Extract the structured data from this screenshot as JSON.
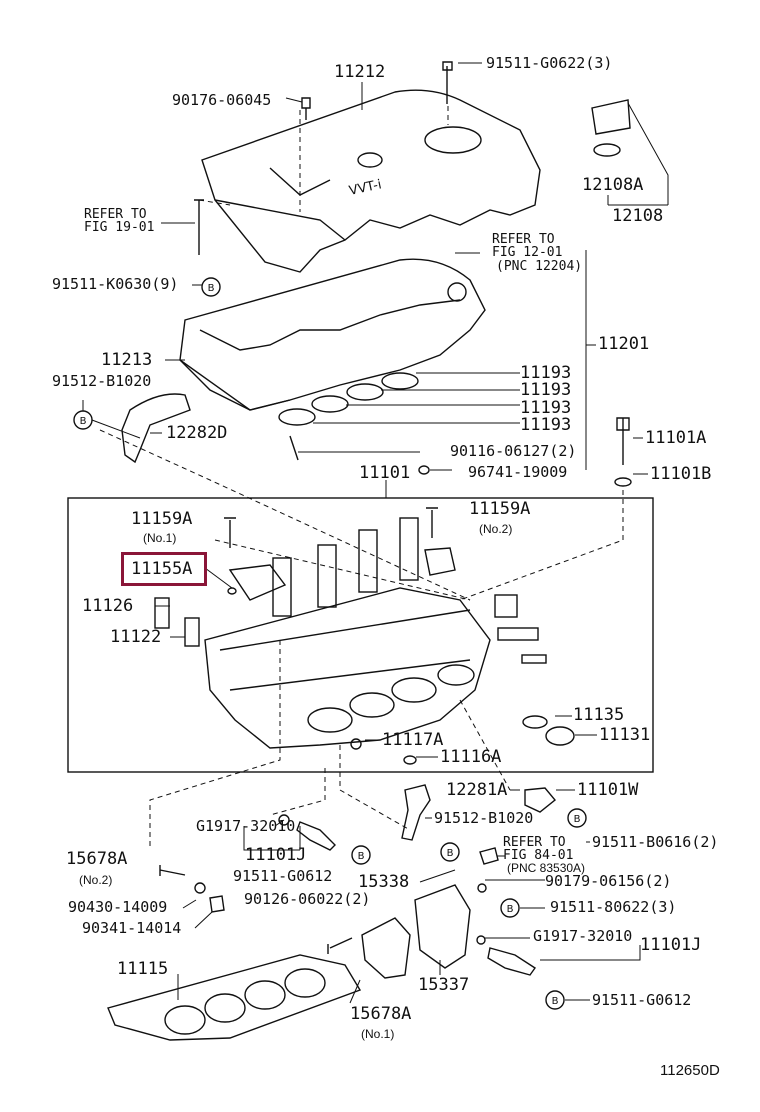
{
  "figure_code": "112650D",
  "highlighted_part": "11155A",
  "labels": {
    "p11212": "11212",
    "p91511_g0622_3": "91511-G0622(3)",
    "p90176_06045": "90176-06045",
    "p12108a": "12108A",
    "p12108": "12108",
    "refer_fig1901_a": "REFER TO",
    "refer_fig1901_b": "FIG 19-01",
    "refer_fig1201_a": "REFER TO",
    "refer_fig1201_b": "FIG 12-01",
    "refer_fig1201_c": "(PNC 12204)",
    "p91511_k0630_9": "91511-K0630(9)",
    "b_mark": "B",
    "p11201": "11201",
    "p11213": "11213",
    "p91512_b1020": "91512-B1020",
    "p11193_1": "11193",
    "p11193_2": "11193",
    "p11193_3": "11193",
    "p11193_4": "11193",
    "p12282d": "12282D",
    "p11101a": "11101A",
    "p90116_06127_2": "90116-06127(2)",
    "p11101": "11101",
    "p96741_19009": "96741-19009",
    "p11101b": "11101B",
    "p11159a_1": "11159A",
    "no1_a": "(No.1)",
    "p11159a_2": "11159A",
    "no2_a": "(No.2)",
    "p11155a": "11155A",
    "p11126": "11126",
    "p11122": "11122",
    "p11135": "11135",
    "p11131": "11131",
    "p11117a": "11117A",
    "p11116a": "11116A",
    "p12281a": "12281A",
    "p11101w": "11101W",
    "p91512_b1020_b": "91512-B1020",
    "p91511_b0616_2": "91511-B0616(2)",
    "p g1917_32010_a": "G1917-32010",
    "refer_fig8401_a": "REFER TO",
    "refer_fig8401_b": "FIG 84-01",
    "refer_fig8401_c": "(PNC 83530A)",
    "p11101j_a": "11101J",
    "p15678a_a": "15678A",
    "no2_b": "(No.2)",
    "p91511_g0612_a": "91511-G0612",
    "p15338": "15338",
    "p90179_06156_2": "90179-06156(2)",
    "p90430_14009": "90430-14009",
    "p90126_06022_2": "90126-06022(2)",
    "p91511_80622_3": "91511-80622(3)",
    "p90341_14014": "90341-14014",
    "p g1917_32010_b": "G1917-32010",
    "p11101j_b": "11101J",
    "p11115": "11115",
    "p15337": "15337",
    "p91511_g0612_b": "91511-G0612",
    "p15678a_b": "15678A",
    "no1_b": "(No.1)",
    "toyota_badge": "VVT-i"
  }
}
